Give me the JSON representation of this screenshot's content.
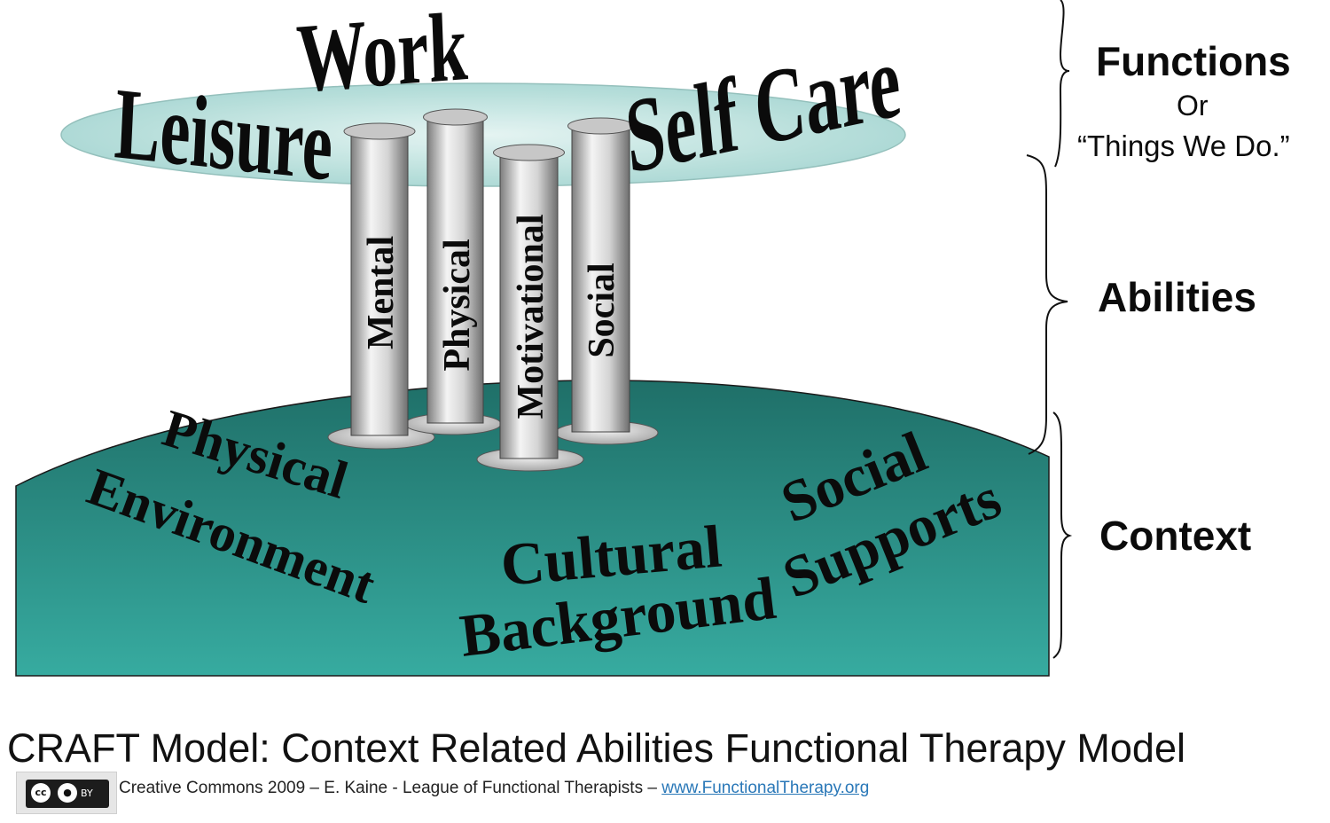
{
  "functions": {
    "items": [
      "Work",
      "Leisure",
      "Self Care"
    ],
    "heading": "Functions",
    "or": "Or",
    "subtitle": "“Things We Do.”"
  },
  "abilities": {
    "items": [
      "Mental",
      "Physical",
      "Motivational",
      "Social"
    ],
    "heading": "Abilities"
  },
  "context": {
    "items": {
      "physical_environment": [
        "Physical",
        "Environment"
      ],
      "cultural_background": [
        "Cultural",
        "Background"
      ],
      "social_supports": [
        "Social",
        "Supports"
      ]
    },
    "heading": "Context"
  },
  "caption": "CRAFT Model: Context Related Abilities Functional Therapy Model",
  "credit": {
    "text": "Creative Commons 2009 – E. Kaine - League of Functional Therapists – ",
    "link": "www.FunctionalTherapy.org",
    "badge_cc": "cc",
    "badge_by": "BY"
  },
  "colors": {
    "platform": "#bfe3e0",
    "context_ground": "#2f9c92",
    "pillar": "#bdbdbd"
  }
}
